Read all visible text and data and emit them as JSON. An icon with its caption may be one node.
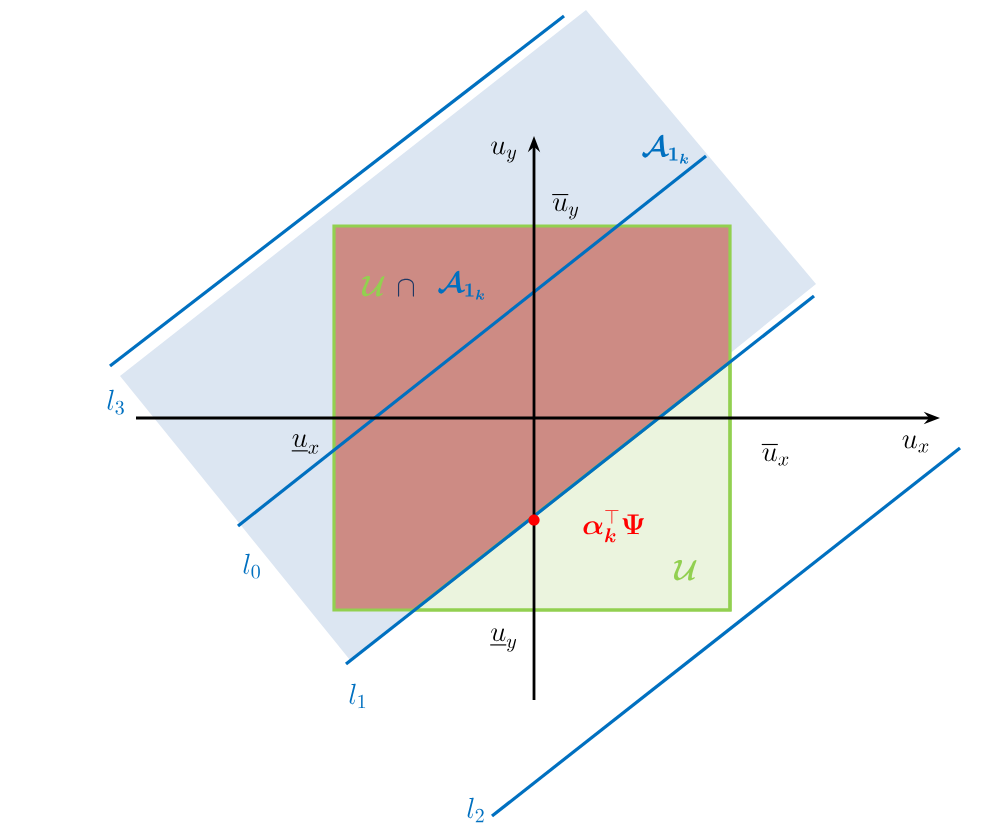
{
  "diagram": {
    "labels": [
      "u_y",
      "\\overline{u}_y",
      "\\boldsymbol{\\mathcal{A}}_{\\boldsymbol{1_k}}",
      "\\boldsymbol{\\mathcal{U}}",
      "\\cap",
      "\\boldsymbol{\\mathcal{A}}_{\\boldsymbol{1_k}}",
      "l_3",
      "\\underline{u}_x",
      "\\overline{u}_x",
      "u_x",
      "\\boldsymbol{\\alpha}_{\\boldsymbol{k}}^{\\top}\\boldsymbol{\\Psi}",
      "l_0",
      "\\boldsymbol{\\mathcal{U}}",
      "\\underline{u}_y",
      "l_1",
      "l_2"
    ]
  }
}
